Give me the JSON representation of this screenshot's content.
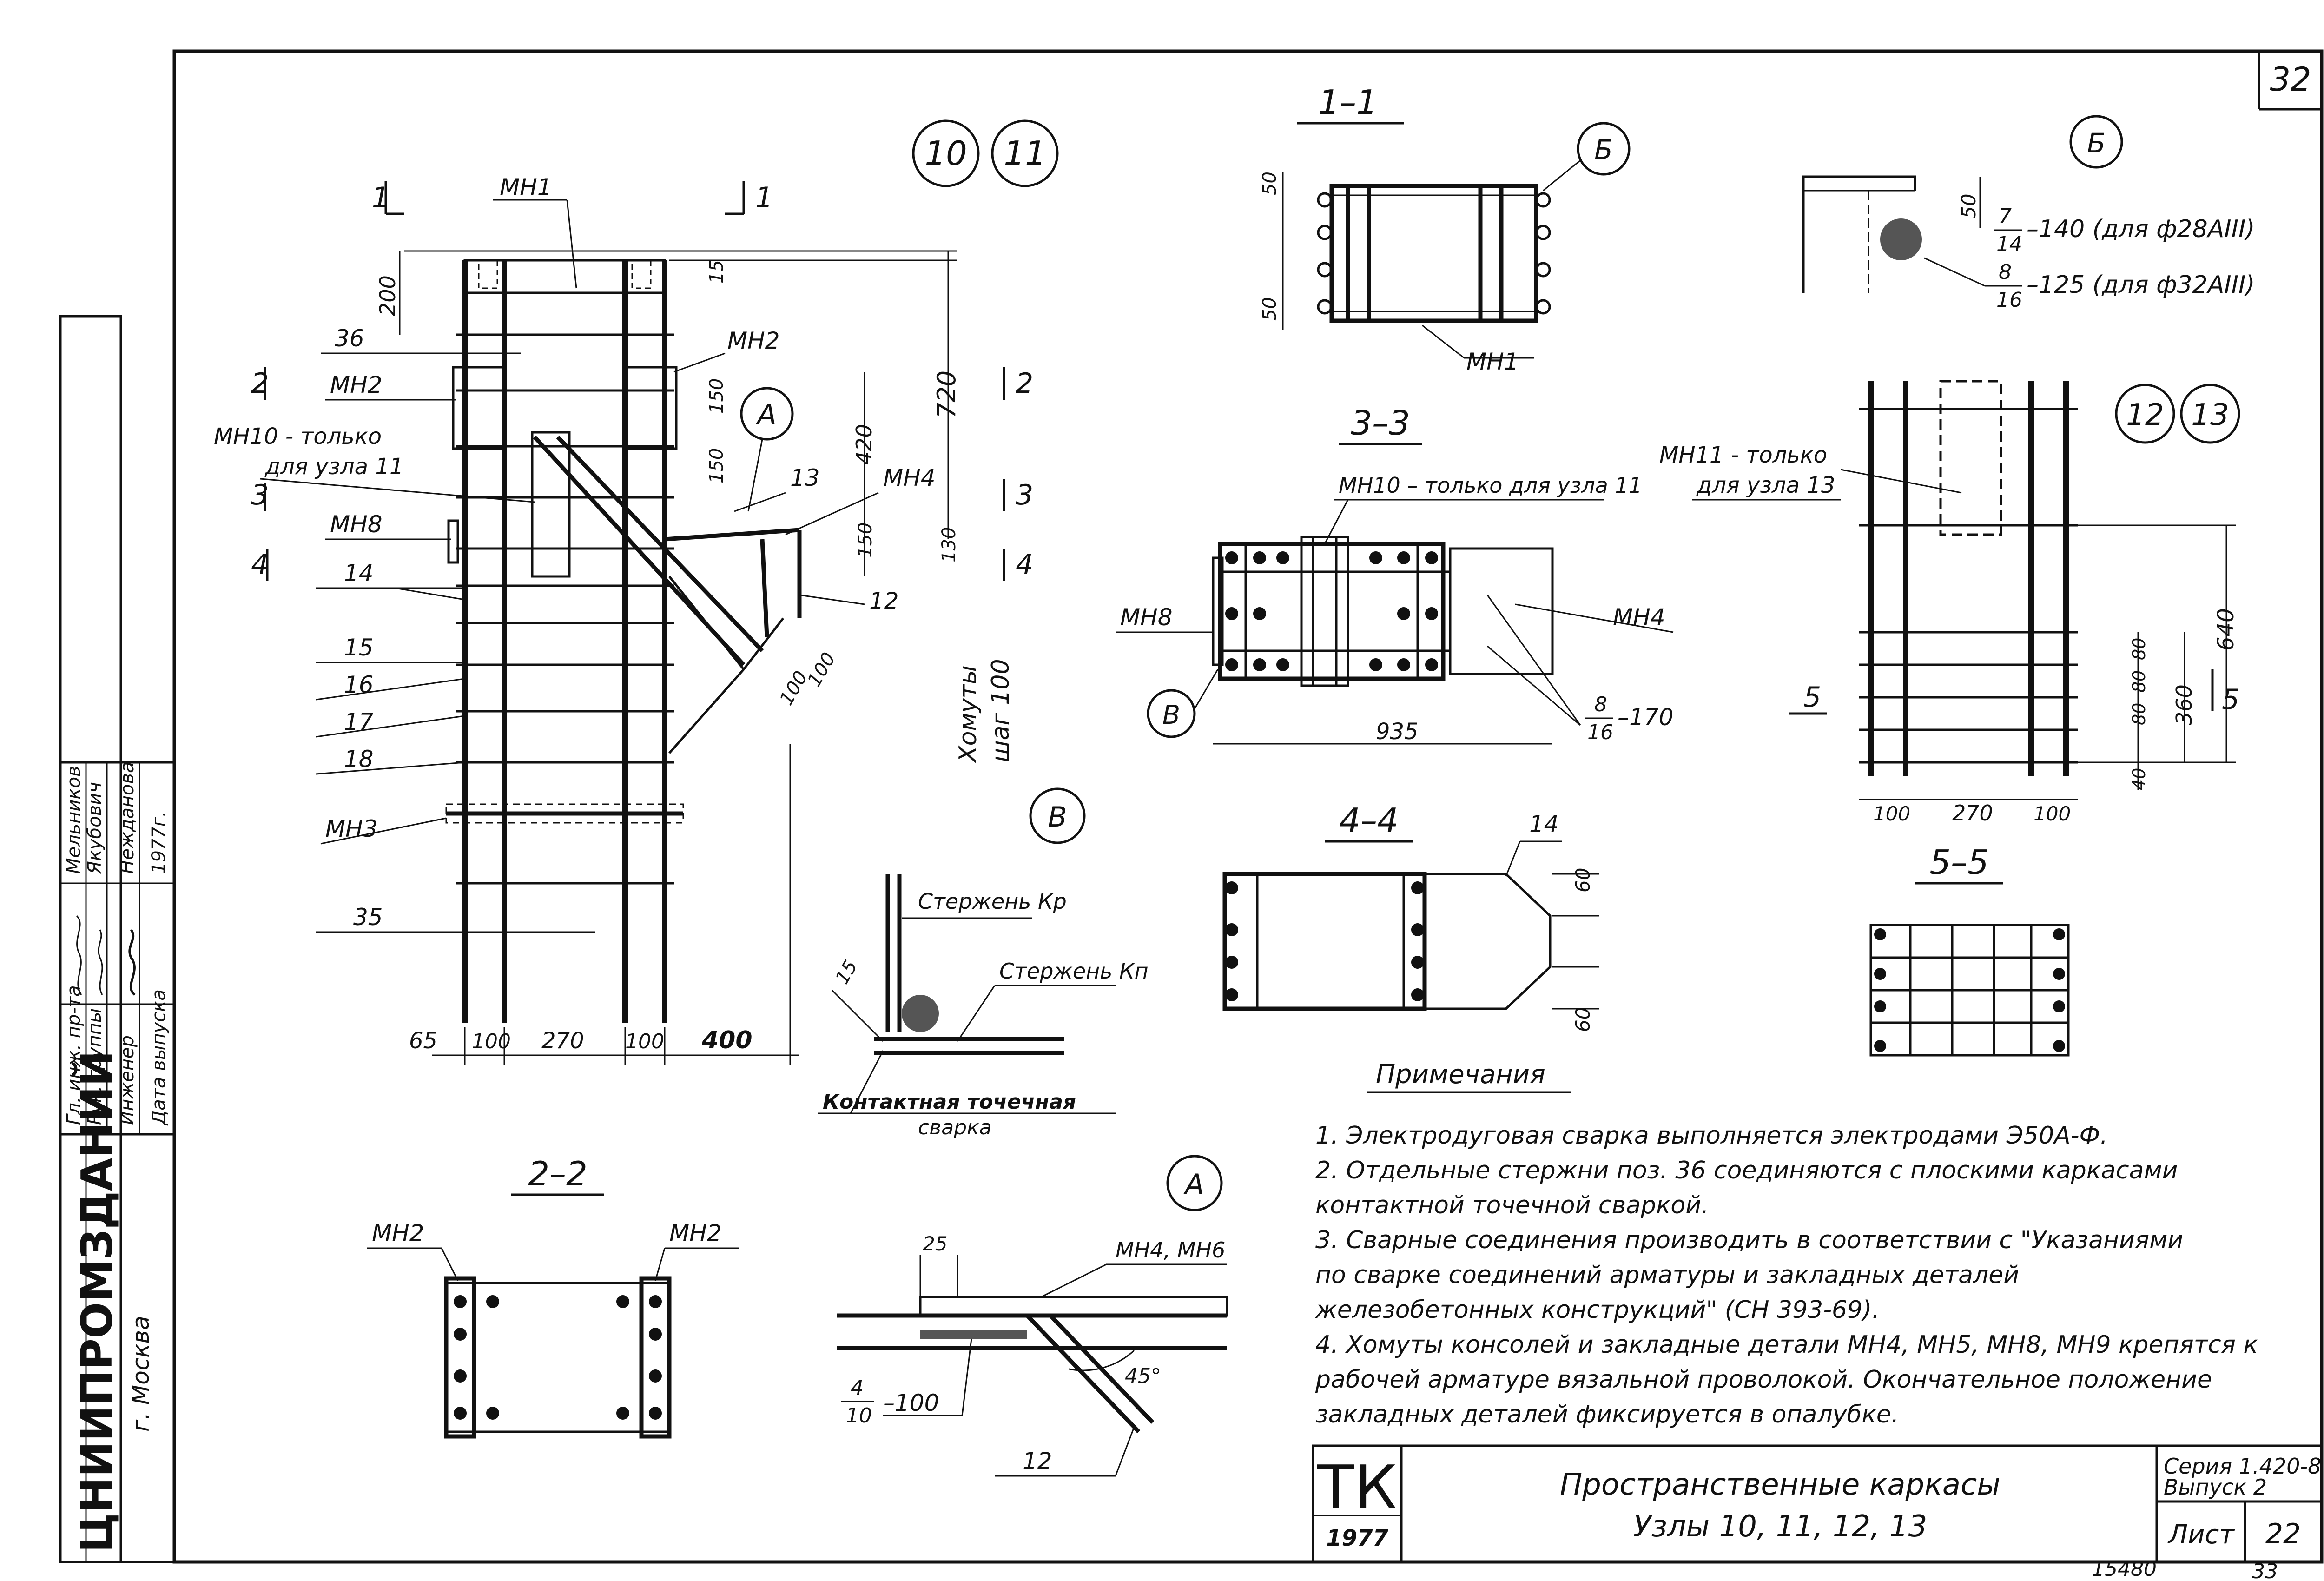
{
  "page_number": "32",
  "bottom_stamp_left": "15480",
  "bottom_stamp_right": "33",
  "side_block": {
    "organization": "ЦНИИПРОМЗДАНИЙ",
    "city": "г. Москва",
    "rows": [
      {
        "role": "Гл. инж. пр-та",
        "sign": "",
        "name": "Мельников"
      },
      {
        "role": "Рук. группы",
        "sign": "",
        "name": "Якубович"
      },
      {
        "role": "Инженер",
        "sign": "",
        "name": "Нежданова"
      },
      {
        "role": "Дата выпуска",
        "sign": "",
        "name": "1977г."
      }
    ]
  },
  "title_block": {
    "code": "ТК",
    "year": "1977",
    "title": "Пространственные каркасы",
    "subtitle": "Узлы 10, 11, 12, 13",
    "series": "Серия 1.420-8",
    "issue": "Выпуск 2",
    "sheet_label": "Лист",
    "sheet_number": "22"
  },
  "main_view": {
    "node_a": "10",
    "node_b": "11",
    "section_marks": [
      "1",
      "1",
      "2",
      "2",
      "3",
      "3",
      "4",
      "4"
    ],
    "labels": {
      "mh1": "МН1",
      "mh2_top": "МН2",
      "mh2_left": "МН2",
      "mh10": "МН10 - только",
      "mh10_b": "для узла 11",
      "mh8": "МН8",
      "mh3": "МН3",
      "mh4": "МН4",
      "p36": "36",
      "p13": "13",
      "p14": "14",
      "p15": "15",
      "p16": "16",
      "p17": "17",
      "p18": "18",
      "p12": "12",
      "p35": "35",
      "callout_a": "А",
      "stirrups": "Хомуты",
      "stirrups_step": "шаг 100"
    },
    "dims": {
      "d200": "200",
      "d15": "15",
      "d150a": "150",
      "d150b": "150",
      "d150c": "150",
      "d420": "420",
      "d720": "720",
      "d130": "130",
      "d100a": "100",
      "d100b": "100",
      "bottom": [
        "65",
        "100",
        "270",
        "100",
        "400"
      ]
    }
  },
  "section_11": {
    "title": "1–1",
    "callout": "Б",
    "label": "МН1",
    "dims": [
      "50",
      "50"
    ]
  },
  "detail_b": {
    "title": "Б",
    "dim": "50",
    "line1_num": "7",
    "line1_den": "14",
    "line1_txt": "–140 (для ф28АIII)",
    "line2_num": "8",
    "line2_den": "16",
    "line2_txt": "–125 (для ф32АIII)"
  },
  "section_33": {
    "title": "3–3",
    "mh10": "МН10 – только для узла 11",
    "mh8": "МН8",
    "mh4": "МН4",
    "callout": "В",
    "dim": "935",
    "weld_num": "8",
    "weld_den": "16",
    "weld_txt": "–170"
  },
  "view_1213": {
    "node_a": "12",
    "node_b": "13",
    "mh11": "МН11 - только",
    "mh11_b": "для узла 13",
    "sec5_left": "5",
    "sec5_right": "5",
    "dims": {
      "d640": "640",
      "d360": "360",
      "d80a": "80",
      "d80b": "80",
      "d80c": "80",
      "d40": "40",
      "bottom": [
        "100",
        "270",
        "100"
      ]
    }
  },
  "section_44": {
    "title": "4–4",
    "label": "14",
    "dims": [
      "60",
      "60"
    ]
  },
  "section_55": {
    "title": "5–5"
  },
  "detail_v": {
    "title": "В",
    "bar_kr": "Стержень Кр",
    "bar_kp": "Стержень Кп",
    "dim": "15",
    "weld": "Контактная точечная",
    "weld_b": "сварка"
  },
  "section_22": {
    "title": "2–2",
    "left": "МН2",
    "right": "МН2"
  },
  "detail_a": {
    "title": "А",
    "dim": "25",
    "label": "МН4, МН6",
    "weld_num": "4",
    "weld_den": "10",
    "weld_txt": "–100",
    "pos": "12",
    "angle": "45°"
  },
  "notes": {
    "title": "Примечания",
    "items": [
      "1. Электродуговая сварка выполняется электродами Э50А-Ф.",
      "2. Отдельные стержни поз. 36 соединяются с плоскими каркасами",
      "    контактной точечной сваркой.",
      "3. Сварные соединения производить в соответствии с \"Указаниями",
      "    по сварке соединений арматуры и закладных деталей",
      "    железобетонных конструкций\" (СН 393-69).",
      "4. Хомуты консолей и закладные детали МН4, МН5, МН8, МН9 крепятся к",
      "    рабочей арматуре вязальной проволокой. Окончательное положение",
      "    закладных деталей фиксируется в опалубке."
    ]
  }
}
